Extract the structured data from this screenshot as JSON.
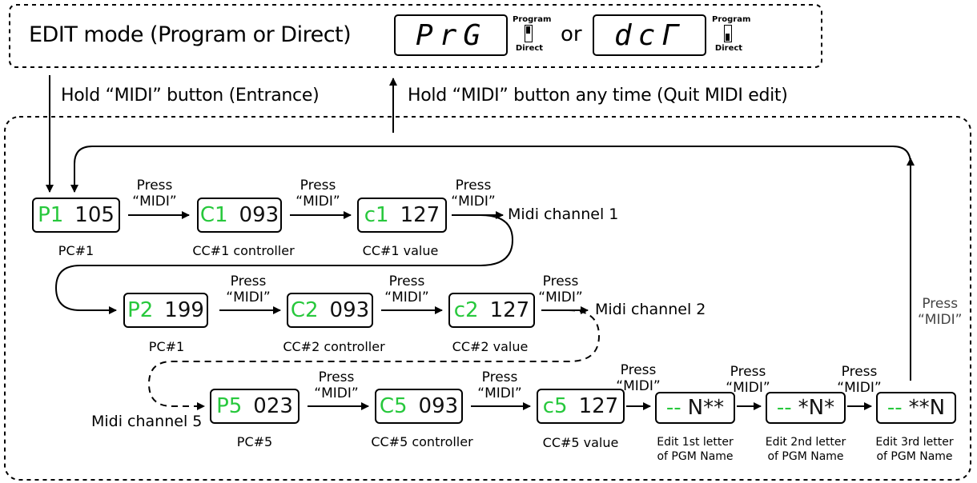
{
  "header": {
    "title": "EDIT mode (Program or Direct)",
    "display_program": "PrG",
    "display_direct": "dcГ",
    "or_text": "or",
    "switch_top_label": "Program",
    "switch_bottom_label": "Direct"
  },
  "notes": {
    "entrance": "Hold “MIDI” button (Entrance)",
    "quit": "Hold “MIDI” button any time (Quit MIDI edit)"
  },
  "press": {
    "line1": "Press",
    "line2": "“MIDI”"
  },
  "channels": {
    "ch1": "Midi channel 1",
    "ch2": "Midi channel 2",
    "ch5": "Midi channel 5"
  },
  "rows": [
    [
      {
        "code": "P1",
        "value": "105",
        "caption": "PC#1"
      },
      {
        "code": "C1",
        "value": "093",
        "caption": "CC#1 controller"
      },
      {
        "code": "c1",
        "value": "127",
        "caption": "CC#1 value"
      }
    ],
    [
      {
        "code": "P2",
        "value": "199",
        "caption": "PC#1"
      },
      {
        "code": "C2",
        "value": "093",
        "caption": "CC#2 controller"
      },
      {
        "code": "c2",
        "value": "127",
        "caption": "CC#2 value"
      }
    ],
    [
      {
        "code": "P5",
        "value": "023",
        "caption": "PC#5"
      },
      {
        "code": "C5",
        "value": "093",
        "caption": "CC#5 controller"
      },
      {
        "code": "c5",
        "value": "127",
        "caption": "CC#5 value"
      }
    ]
  ],
  "name_edit": [
    {
      "code": "--",
      "value": "N**",
      "caption_1": "Edit 1st letter",
      "caption_2": "of PGM Name"
    },
    {
      "code": "--",
      "value": "*N*",
      "caption_1": "Edit 2nd letter",
      "caption_2": "of PGM Name"
    },
    {
      "code": "--",
      "value": "**N",
      "caption_1": "Edit 3rd letter",
      "caption_2": "of PGM Name"
    }
  ],
  "colors": {
    "code_green": "#27c83c"
  }
}
